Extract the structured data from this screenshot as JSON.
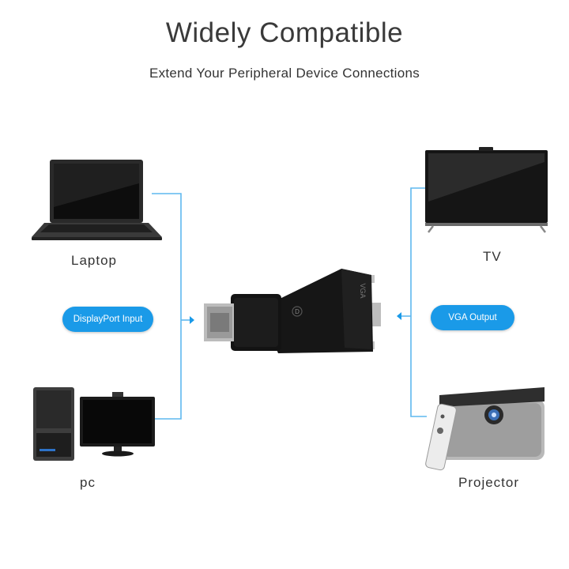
{
  "header": {
    "title": "Widely Compatible",
    "subtitle": "Extend Your Peripheral Device Connections"
  },
  "devices": {
    "laptop": "Laptop",
    "pc": "pc",
    "tv": "TV",
    "projector": "Projector"
  },
  "badges": {
    "input": "DisplayPort Input",
    "output": "VGA Output"
  },
  "adapter": {
    "port_mark": "VGA",
    "dp_mark": "D"
  },
  "colors": {
    "accent": "#1a9ae8",
    "connector_line": "#5fb8ef",
    "adapter_body": "#161616"
  }
}
